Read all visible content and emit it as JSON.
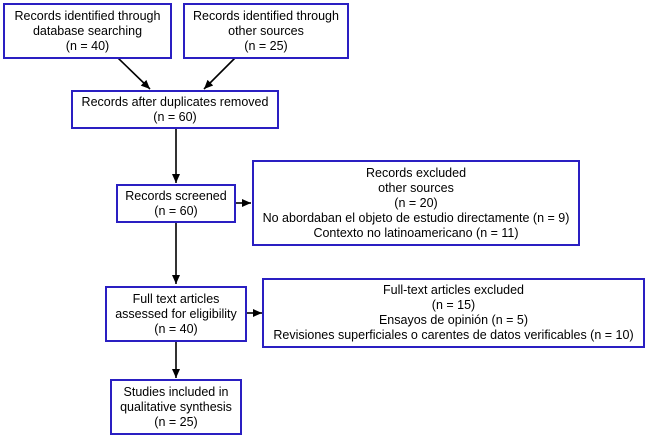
{
  "colors": {
    "box_border": "#2a1fc2",
    "arrow": "#000000",
    "background": "#ffffff"
  },
  "boxes": {
    "db_search": [
      "Records identified through",
      "database searching",
      "(n = 40)"
    ],
    "other_sources": [
      "Records identified through",
      "other sources",
      "(n = 25)"
    ],
    "duplicates_removed": [
      "Records after duplicates removed",
      "(n = 60)"
    ],
    "screened": [
      "Records screened",
      "(n = 60)"
    ],
    "excluded": [
      "Records excluded",
      "other sources",
      "(n = 20)",
      "No abordaban el objeto de estudio directamente (n = 9)",
      "Contexto no latinoamericano (n = 11)"
    ],
    "eligibility": [
      "Full text articles",
      "assessed for eligibility",
      "(n = 40)"
    ],
    "fulltext_excluded": [
      "Full-text articles excluded",
      "(n = 15)",
      "Ensayos de opinión (n = 5)",
      "Revisiones superficiales o carentes de datos verificables (n = 10)"
    ],
    "included": [
      "Studies included in",
      "qualitative synthesis",
      "(n = 25)"
    ]
  }
}
